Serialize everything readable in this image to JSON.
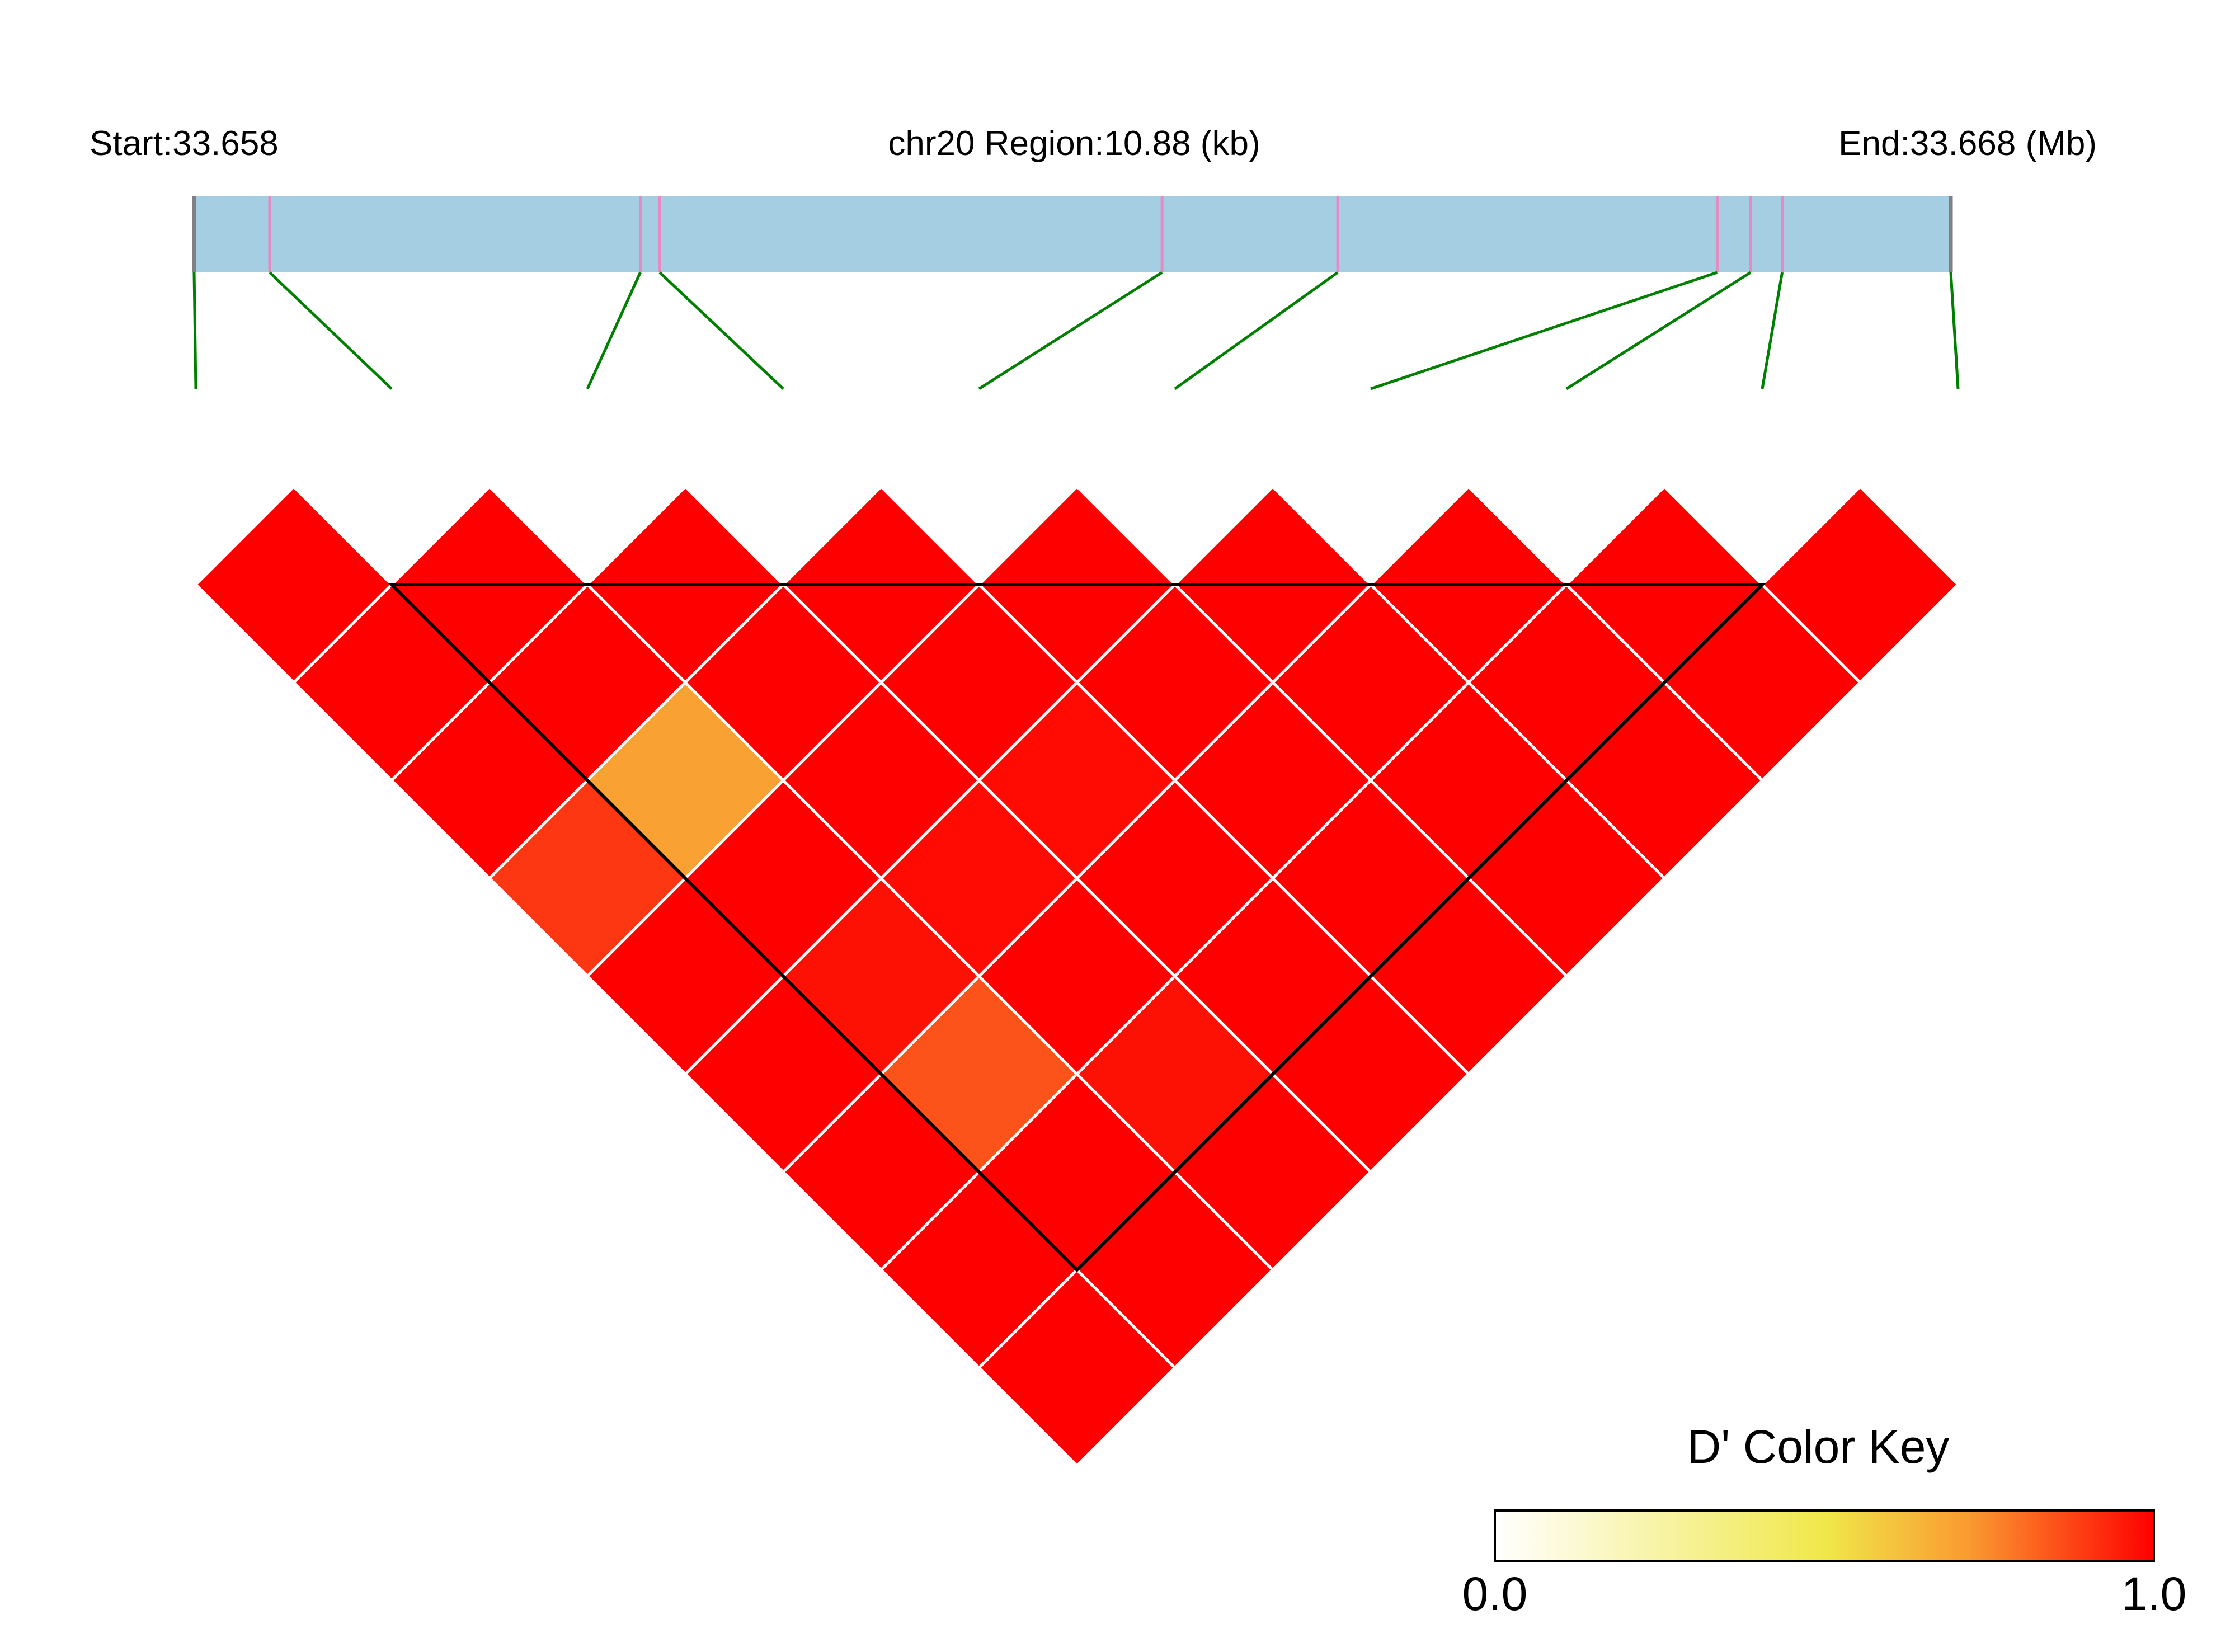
{
  "chart_data": {
    "type": "heatmap",
    "subtype": "linkage-disequilibrium-triangle",
    "region": {
      "start_label": "Start:33.658",
      "center_label": "chr20 Region:10.88 (kb)",
      "end_label": "End:33.668 (Mb)",
      "chromosome": "chr20",
      "start_mb": 33.658,
      "end_mb": 33.668,
      "length_kb": 10.88
    },
    "snp_positions_fraction": [
      0.0,
      0.043,
      0.254,
      0.265,
      0.551,
      0.651,
      0.867,
      0.886,
      0.904,
      1.0
    ],
    "d_prime": [
      [
        1.0,
        1.0,
        1.0,
        1.0,
        1.0,
        1.0,
        1.0,
        1.0,
        1.0
      ],
      [
        1.0,
        1.0,
        1.0,
        1.0,
        1.0,
        1.0,
        1.0,
        1.0
      ],
      [
        1.0,
        0.7,
        1.0,
        0.98,
        1.0,
        1.0,
        1.0
      ],
      [
        0.9,
        1.0,
        0.98,
        1.0,
        1.0,
        1.0
      ],
      [
        1.0,
        0.97,
        1.0,
        1.0,
        1.0
      ],
      [
        1.0,
        0.85,
        0.97,
        1.0
      ],
      [
        1.0,
        1.0,
        1.0
      ],
      [
        1.0,
        1.0
      ],
      [
        1.0
      ]
    ],
    "blocks": [
      {
        "first_snp": 2,
        "last_snp": 9
      }
    ],
    "color_key": {
      "title": "D' Color Key",
      "min_label": "0.0",
      "max_label": "1.0",
      "min": 0.0,
      "max": 1.0,
      "stops": [
        "#ffffff",
        "#f0e84a",
        "#fa9a30",
        "#ff0000"
      ]
    },
    "colors": {
      "region_bar": "#a6cee3",
      "snp_tick": "#e78ac3",
      "end_tick": "#808080",
      "connector": "#008000",
      "block_outline": "#000000",
      "cell_border": "#ffffff"
    }
  }
}
